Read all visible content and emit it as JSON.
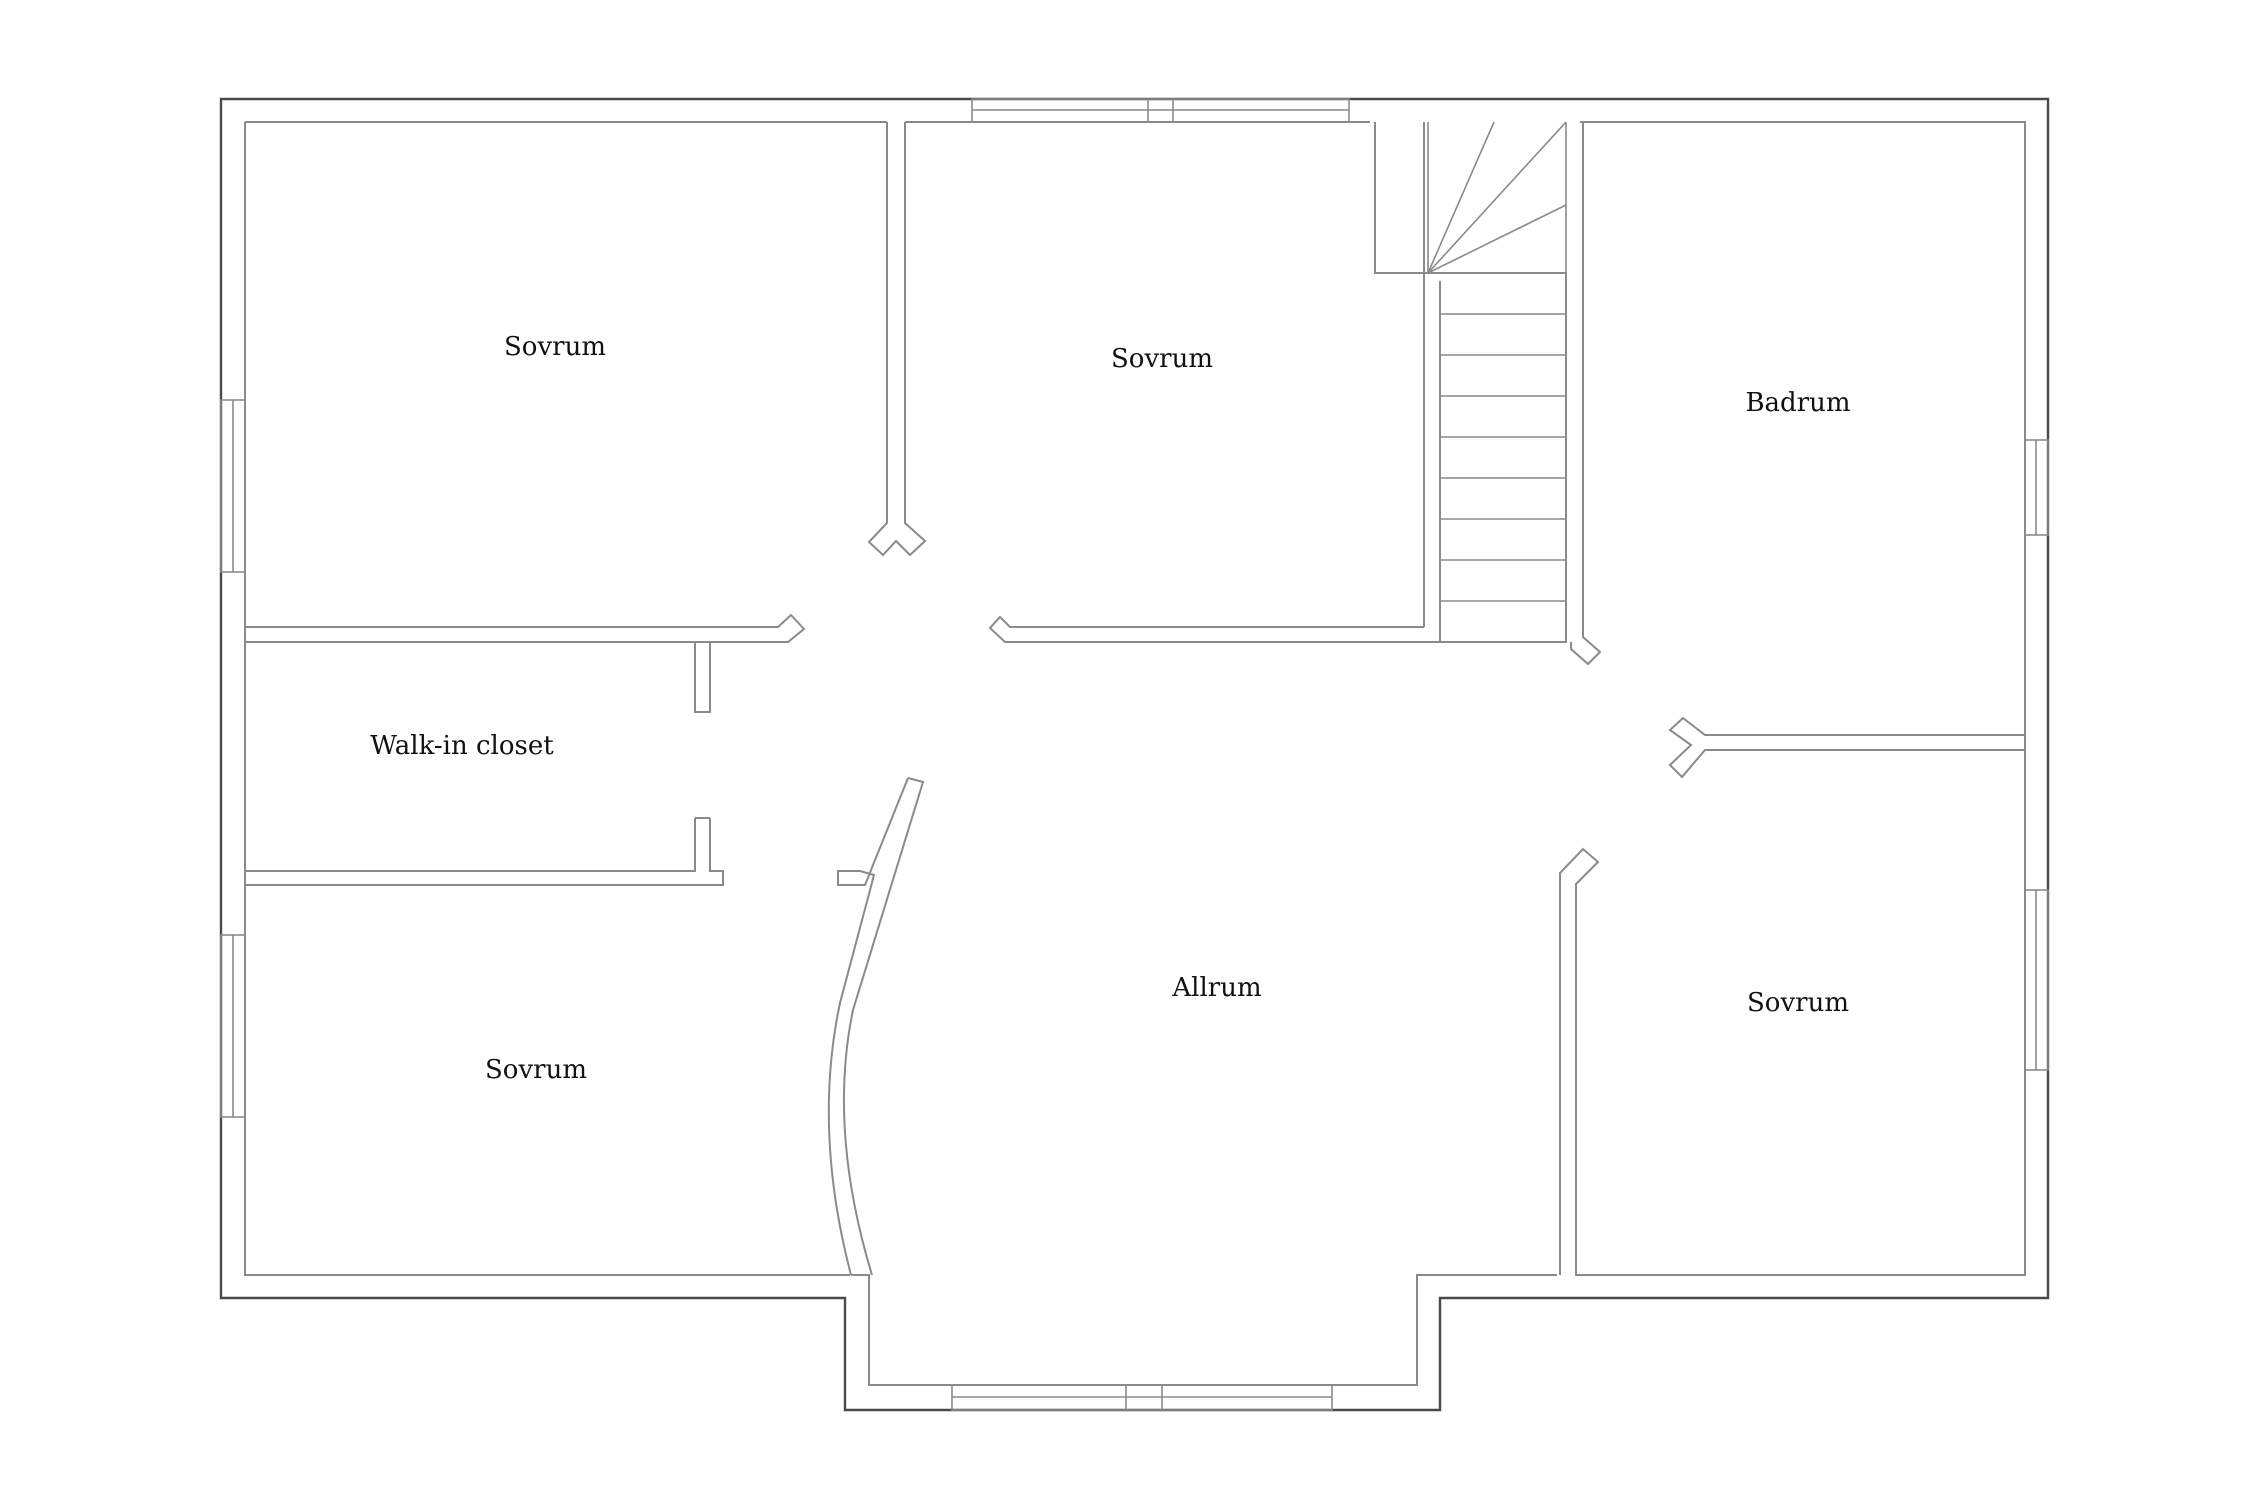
{
  "plan": {
    "rooms": [
      {
        "id": "bedroom-top-left",
        "label": "Sovrum"
      },
      {
        "id": "bedroom-top-middle",
        "label": "Sovrum"
      },
      {
        "id": "bathroom",
        "label": "Badrum"
      },
      {
        "id": "walk-in-closet",
        "label": "Walk-in closet"
      },
      {
        "id": "living-room",
        "label": "Allrum"
      },
      {
        "id": "bedroom-bottom-left",
        "label": "Sovrum"
      },
      {
        "id": "bedroom-bottom-right",
        "label": "Sovrum"
      }
    ],
    "colors": {
      "background": "#ffffff",
      "wall_stroke": "#8a8a8a",
      "outer_stroke": "#4a4a4a",
      "label_text": "#111111"
    }
  }
}
